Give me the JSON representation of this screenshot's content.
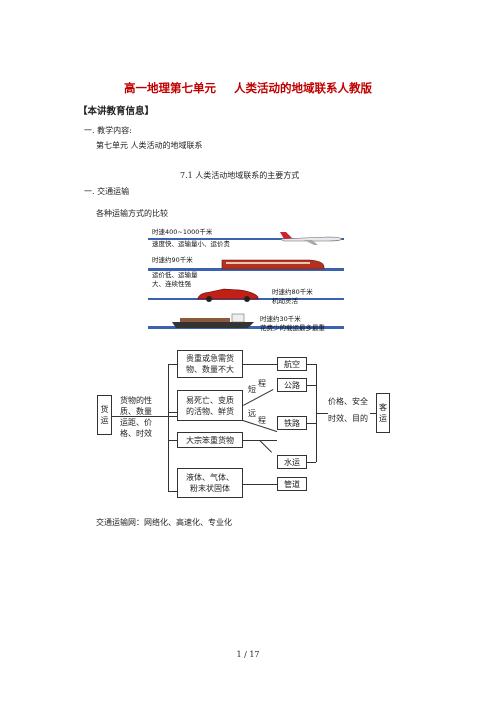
{
  "title": {
    "part1": "高一地理第七单元",
    "part2": "人类活动的地域联系人教版"
  },
  "section_header": "【本讲教育信息】",
  "content_heading": "一. 教学内容:",
  "unit_line": "第七单元      人类活动的地域联系",
  "subsection": "7.1    人类活动地域联系的主要方式",
  "item1": "一. 交通运输",
  "compare_heading": "各种运输方式的比较",
  "transport_images": {
    "air": [
      "时速400~1000千米",
      "速度快、运输量小、运价贵"
    ],
    "rail": [
      "时速约90千米",
      "运价低、运输量",
      "大、连续性强"
    ],
    "road": [
      "时速约80千米",
      "机动灵活"
    ],
    "water": [
      "时速约30千米",
      "花费少的载运最多最重"
    ]
  },
  "diagram": {
    "left_box": [
      "货",
      "运"
    ],
    "left_label": [
      "货物的性",
      "质、数量",
      "运距、价",
      "格、时效"
    ],
    "goods": [
      [
        "贵重或急需货",
        "物、数量不大"
      ],
      [
        "易死亡、变质",
        "的活物、鲜货"
      ],
      [
        "大宗笨重货物"
      ],
      [
        "液体、气体、",
        "粉末状固体"
      ]
    ],
    "short_label": [
      "短",
      "程"
    ],
    "long_label": [
      "远",
      "程"
    ],
    "modes": [
      "航空",
      "公路",
      "铁路",
      "水运",
      "管道"
    ],
    "right_label": [
      "价格、安全",
      "时效、目的"
    ],
    "right_box": [
      "客",
      "运"
    ]
  },
  "network": "交通运输网：网络化、高速化、专业化",
  "page_number": "1  /  17"
}
